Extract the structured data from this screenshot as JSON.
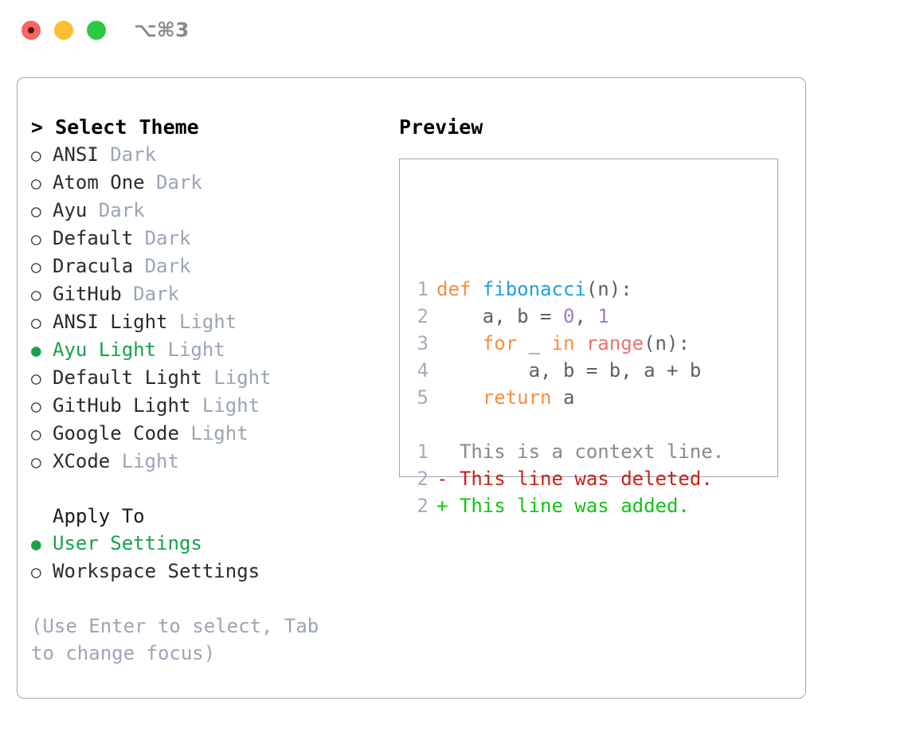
{
  "titlebar": {
    "shortcut": "⌥⌘3",
    "buttons": [
      {
        "name": "close",
        "color": "#f9655e"
      },
      {
        "name": "minimize",
        "color": "#fcbe32"
      },
      {
        "name": "maximize",
        "color": "#2acb42"
      }
    ]
  },
  "theme_picker": {
    "header": "> Select Theme",
    "marker_selected": "●",
    "marker_unselected": "○",
    "selected_color": "#16a34a",
    "variant_color": "#9aa5b6",
    "items": [
      {
        "label": "ANSI",
        "variant": "Dark",
        "selected": false
      },
      {
        "label": "Atom One",
        "variant": "Dark",
        "selected": false
      },
      {
        "label": "Ayu",
        "variant": "Dark",
        "selected": false
      },
      {
        "label": "Default",
        "variant": "Dark",
        "selected": false
      },
      {
        "label": "Dracula",
        "variant": "Dark",
        "selected": false
      },
      {
        "label": "GitHub",
        "variant": "Dark",
        "selected": false
      },
      {
        "label": "ANSI Light",
        "variant": "Light",
        "selected": false
      },
      {
        "label": "Ayu Light",
        "variant": "Light",
        "selected": true
      },
      {
        "label": "Default Light",
        "variant": "Light",
        "selected": false
      },
      {
        "label": "GitHub Light",
        "variant": "Light",
        "selected": false
      },
      {
        "label": "Google Code",
        "variant": "Light",
        "selected": false
      },
      {
        "label": "XCode",
        "variant": "Light",
        "selected": false
      }
    ]
  },
  "apply_to": {
    "header": "Apply To",
    "items": [
      {
        "label": "User Settings",
        "selected": true
      },
      {
        "label": "Workspace Settings",
        "selected": false
      }
    ]
  },
  "hint": "(Use Enter to select, Tab to change focus)",
  "preview": {
    "header": "Preview",
    "code_lines": [
      {
        "number": "1",
        "tokens": [
          {
            "text": "def ",
            "kind": "keyword"
          },
          {
            "text": "fibonacci",
            "kind": "function"
          },
          {
            "text": "(n):",
            "kind": "punctuation"
          }
        ]
      },
      {
        "number": "2",
        "tokens": [
          {
            "text": "    a, b = ",
            "kind": "variable"
          },
          {
            "text": "0",
            "kind": "number"
          },
          {
            "text": ", ",
            "kind": "punctuation"
          },
          {
            "text": "1",
            "kind": "number"
          }
        ]
      },
      {
        "number": "3",
        "tokens": [
          {
            "text": "    for ",
            "kind": "keyword"
          },
          {
            "text": "_ ",
            "kind": "variable"
          },
          {
            "text": "in ",
            "kind": "keyword"
          },
          {
            "text": "range",
            "kind": "builtin"
          },
          {
            "text": "(n):",
            "kind": "punctuation"
          }
        ]
      },
      {
        "number": "4",
        "tokens": [
          {
            "text": "        a, b = b, a + b",
            "kind": "variable"
          }
        ]
      },
      {
        "number": "5",
        "tokens": [
          {
            "text": "    return ",
            "kind": "keyword"
          },
          {
            "text": "a",
            "kind": "variable"
          }
        ]
      }
    ],
    "diff_lines": [
      {
        "number": "1",
        "sign": " ",
        "text": " This is a context line.",
        "kind": "context"
      },
      {
        "number": "2",
        "sign": "-",
        "text": " This line was deleted.",
        "kind": "deleted"
      },
      {
        "number": "2",
        "sign": "+",
        "text": " This line was added.",
        "kind": "added"
      }
    ],
    "syntax_colors": {
      "keyword": "#fa8d3e",
      "function": "#1e9fe6",
      "number": "#a37acc",
      "builtin": "#f07171",
      "punctuation": "#5c6166",
      "variable": "#5c6166",
      "line_number": "#a3adbd",
      "context": "#8a8a8a",
      "deleted": "#cc2211",
      "added": "#11c411"
    }
  }
}
